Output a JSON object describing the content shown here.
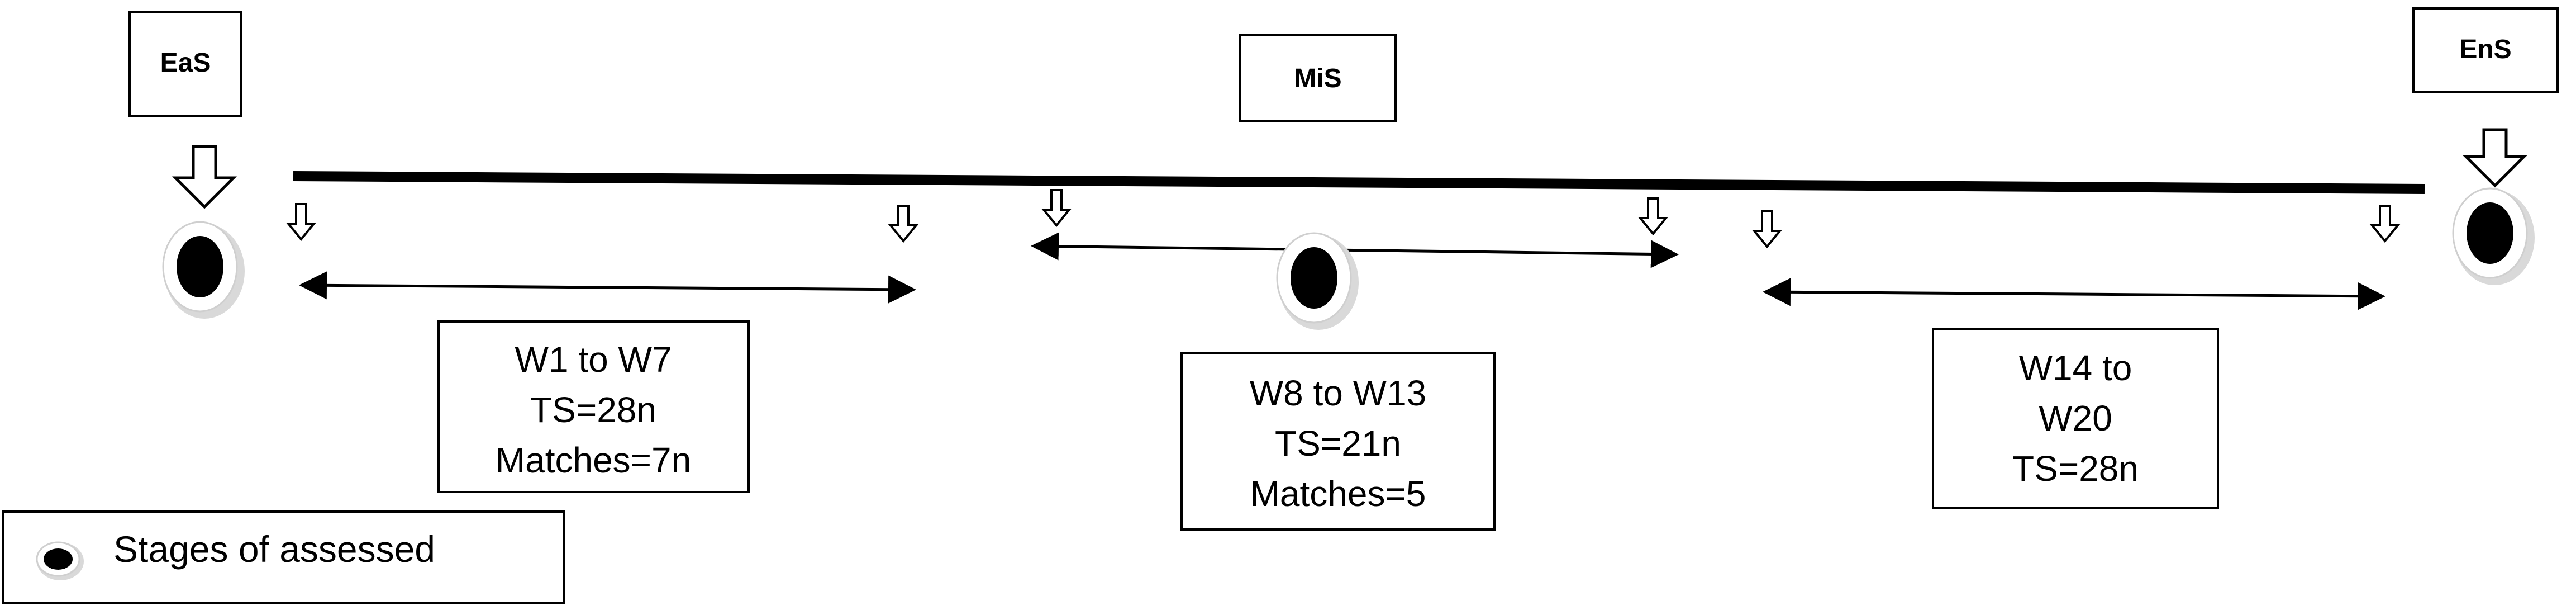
{
  "stages": {
    "early": {
      "label": "EaS"
    },
    "mid": {
      "label": "MiS"
    },
    "end": {
      "label": "EnS"
    }
  },
  "periods": {
    "first": {
      "lines": [
        "W1 to W7",
        "TS=28n",
        "Matches=7n"
      ]
    },
    "second": {
      "lines": [
        "W8 to W13",
        "TS=21n",
        "Matches=5"
      ]
    },
    "third": {
      "lines": [
        "W14 to",
        "W20",
        "TS=28n"
      ]
    }
  },
  "legend": {
    "label": "Stages of assessed"
  },
  "colors": {
    "ink": "#000000",
    "background": "#ffffff",
    "shadow": "#d9d9d9"
  }
}
